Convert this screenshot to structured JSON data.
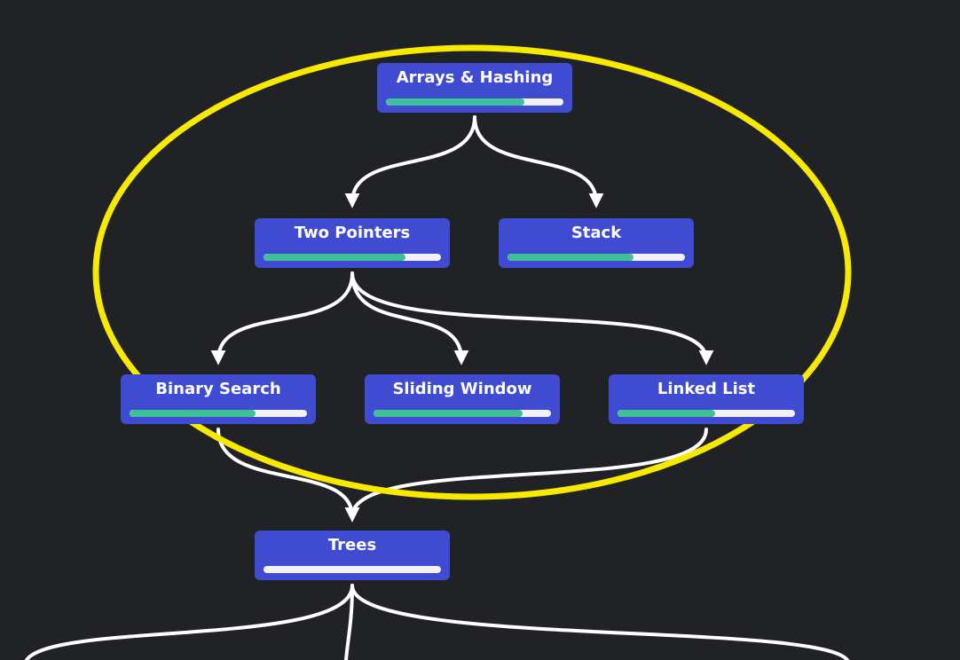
{
  "roadmap": {
    "nodes": [
      {
        "id": "arrays",
        "label": "Arrays & Hashing",
        "progress": 0.78
      },
      {
        "id": "two-pointers",
        "label": "Two Pointers",
        "progress": 0.8
      },
      {
        "id": "stack",
        "label": "Stack",
        "progress": 0.71
      },
      {
        "id": "binary-search",
        "label": "Binary Search",
        "progress": 0.71
      },
      {
        "id": "sliding-window",
        "label": "Sliding Window",
        "progress": 0.84
      },
      {
        "id": "linked-list",
        "label": "Linked List",
        "progress": 0.55
      },
      {
        "id": "trees",
        "label": "Trees",
        "progress": 0.0
      }
    ]
  },
  "colors": {
    "background": "#212226",
    "node": "#3f4bd1",
    "progress_fill": "#3ec197",
    "progress_track": "#f1f1f6",
    "edge": "#ffffff",
    "highlight_ring": "#f7ea00"
  }
}
